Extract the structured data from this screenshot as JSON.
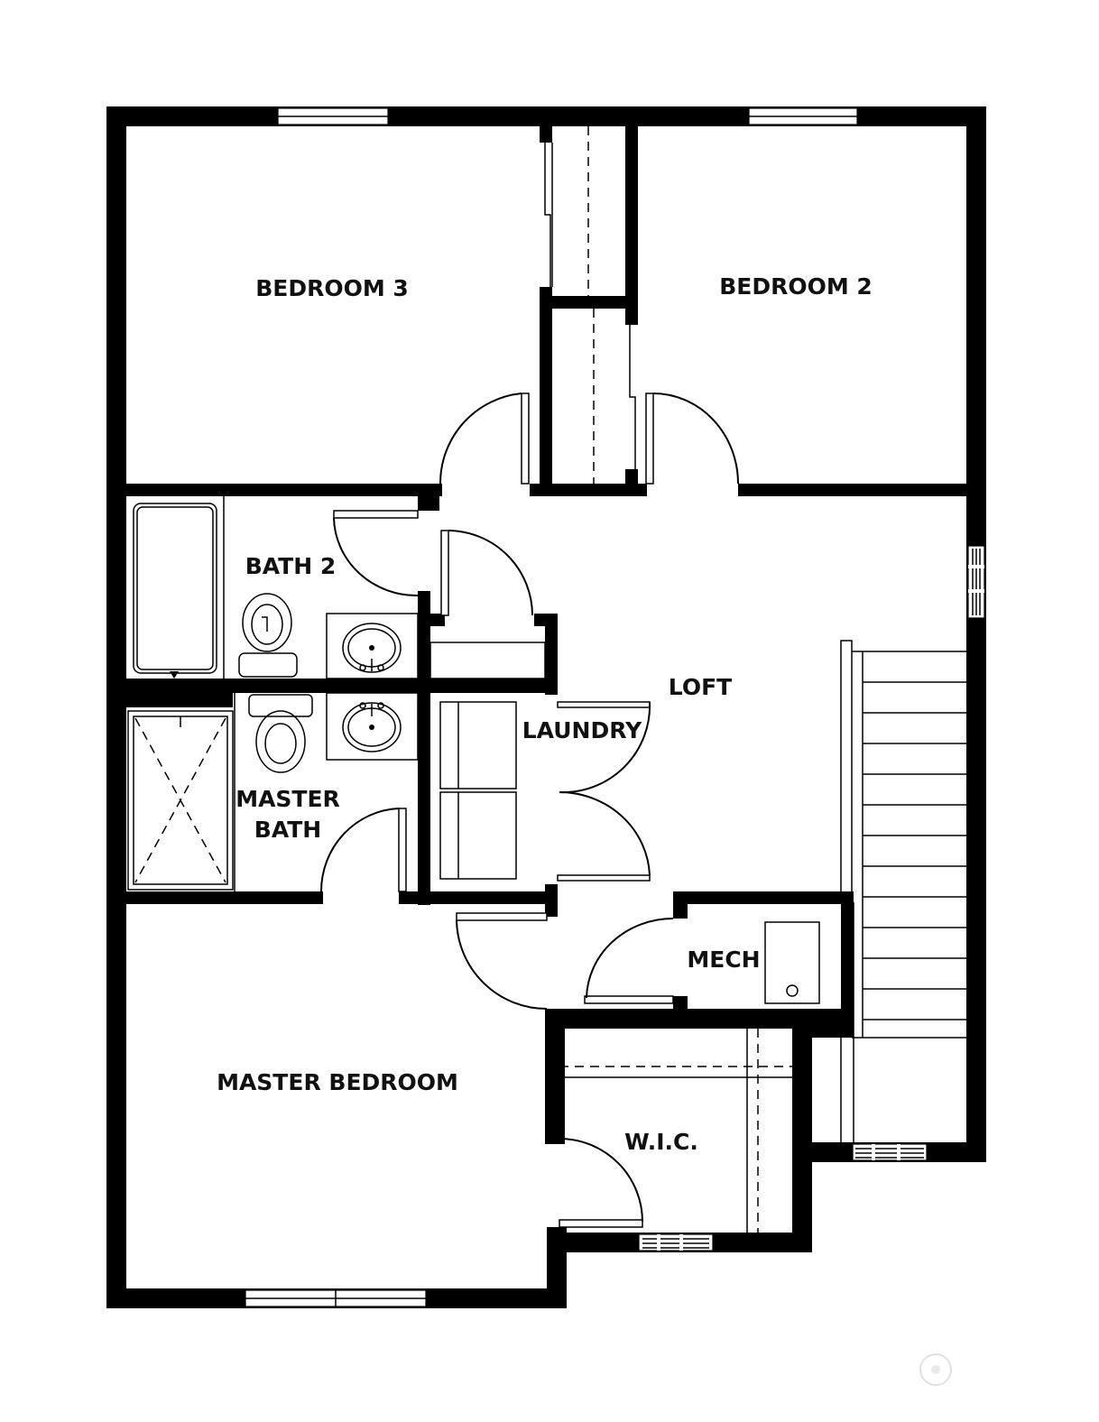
{
  "rooms": {
    "bedroom3": "BEDROOM 3",
    "bedroom2": "BEDROOM 2",
    "bath2": "BATH 2",
    "loft": "LOFT",
    "laundry": "LAUNDRY",
    "master_bath_line1": "MASTER",
    "master_bath_line2": "BATH",
    "mech": "MECH",
    "master_bedroom": "MASTER BEDROOM",
    "wic": "W.I.C."
  },
  "icons": {
    "watermark": "circle-logo-icon"
  },
  "colors": {
    "wall": "#000000",
    "background": "#ffffff"
  }
}
